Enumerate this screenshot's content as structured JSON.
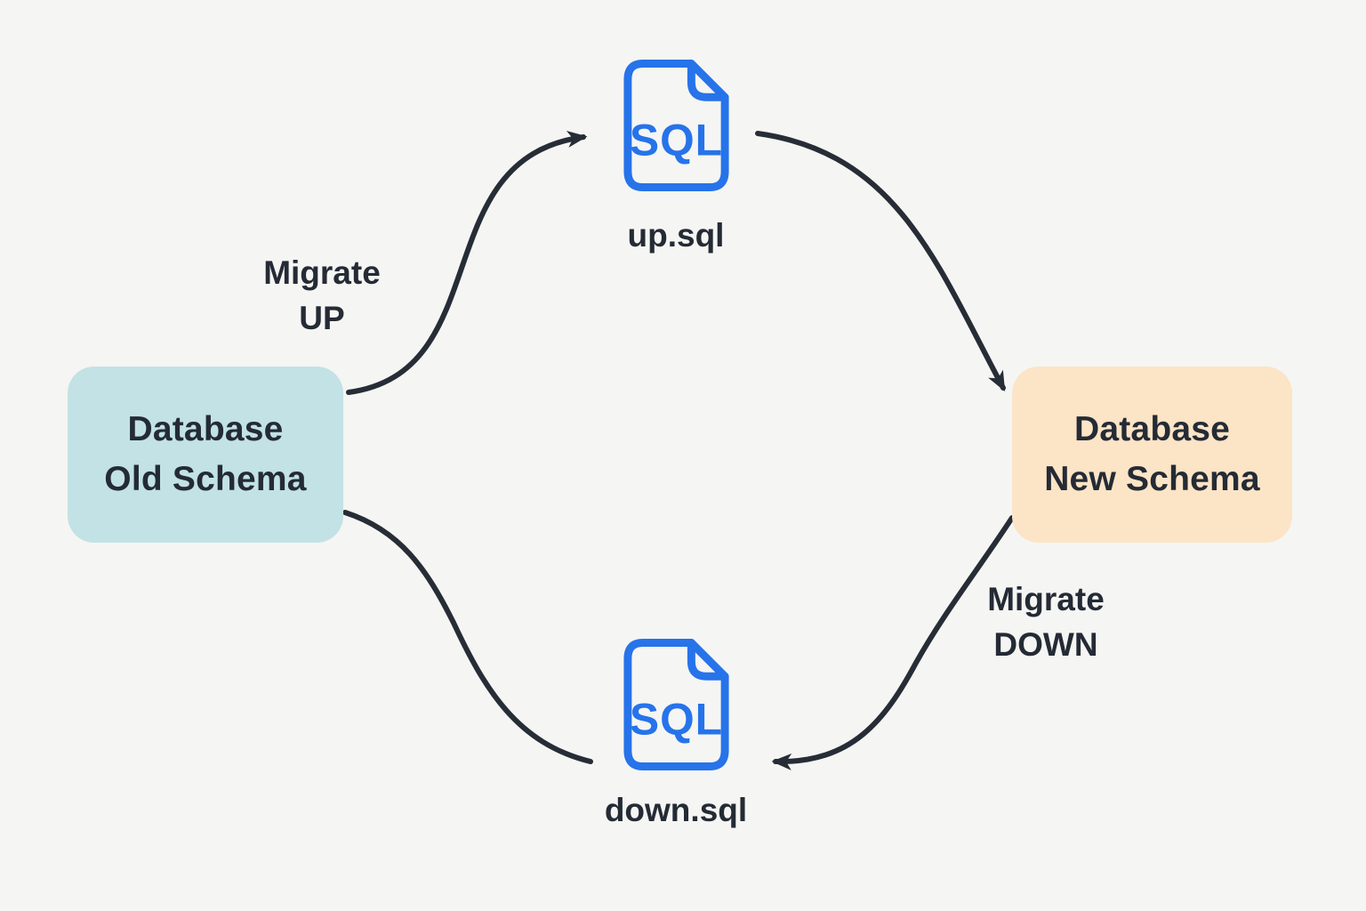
{
  "canvas": {
    "background": "#f5f5f3",
    "arrow_color": "#272d36",
    "text_color": "#242b35"
  },
  "nodes": {
    "old_schema": {
      "label_line1": "Database",
      "label_line2": "Old Schema",
      "fill": "#c2e2e5"
    },
    "new_schema": {
      "label_line1": "Database",
      "label_line2": "New Schema",
      "fill": "#fce4c6"
    }
  },
  "files": {
    "up": {
      "icon_text": "SQL",
      "label": "up.sql",
      "icon_color": "#2673ea"
    },
    "down": {
      "icon_text": "SQL",
      "label": "down.sql",
      "icon_color": "#2673ea"
    }
  },
  "edges": {
    "migrate_up": {
      "label_line1": "Migrate",
      "label_line2": "UP"
    },
    "migrate_down": {
      "label_line1": "Migrate",
      "label_line2": "DOWN"
    }
  }
}
